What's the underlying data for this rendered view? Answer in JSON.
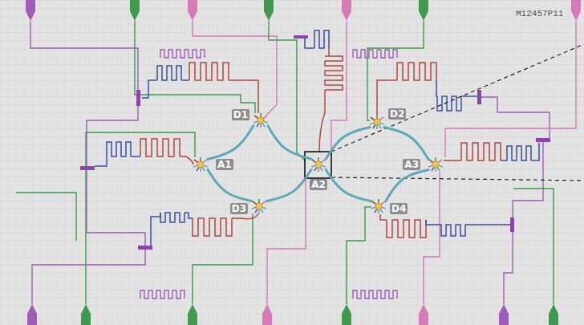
{
  "diagram": {
    "nodes": [
      {
        "text": [
          "D1"
        ]
      },
      {
        "text": [
          "D2"
        ]
      },
      {
        "text": [
          "A1"
        ]
      },
      {
        "text": [
          "A2"
        ]
      },
      {
        "text": [
          "A3"
        ]
      },
      {
        "text": [
          "D3"
        ]
      },
      {
        "text": [
          "D4"
        ]
      }
    ],
    "edges": [
      {
        "from": 2,
        "to": 0,
        "arrow": "none"
      },
      {
        "from": 0,
        "to": 3,
        "arrow": "none"
      },
      {
        "from": 3,
        "to": 1,
        "arrow": "none"
      },
      {
        "from": 1,
        "to": 4,
        "arrow": "none"
      },
      {
        "from": 2,
        "to": 5,
        "arrow": "none"
      },
      {
        "from": 5,
        "to": 3,
        "arrow": "none"
      },
      {
        "from": 3,
        "to": 6,
        "arrow": "none"
      },
      {
        "from": 6,
        "to": 4,
        "arrow": "none"
      }
    ],
    "labels": [
      "M12457P11"
    ]
  }
}
